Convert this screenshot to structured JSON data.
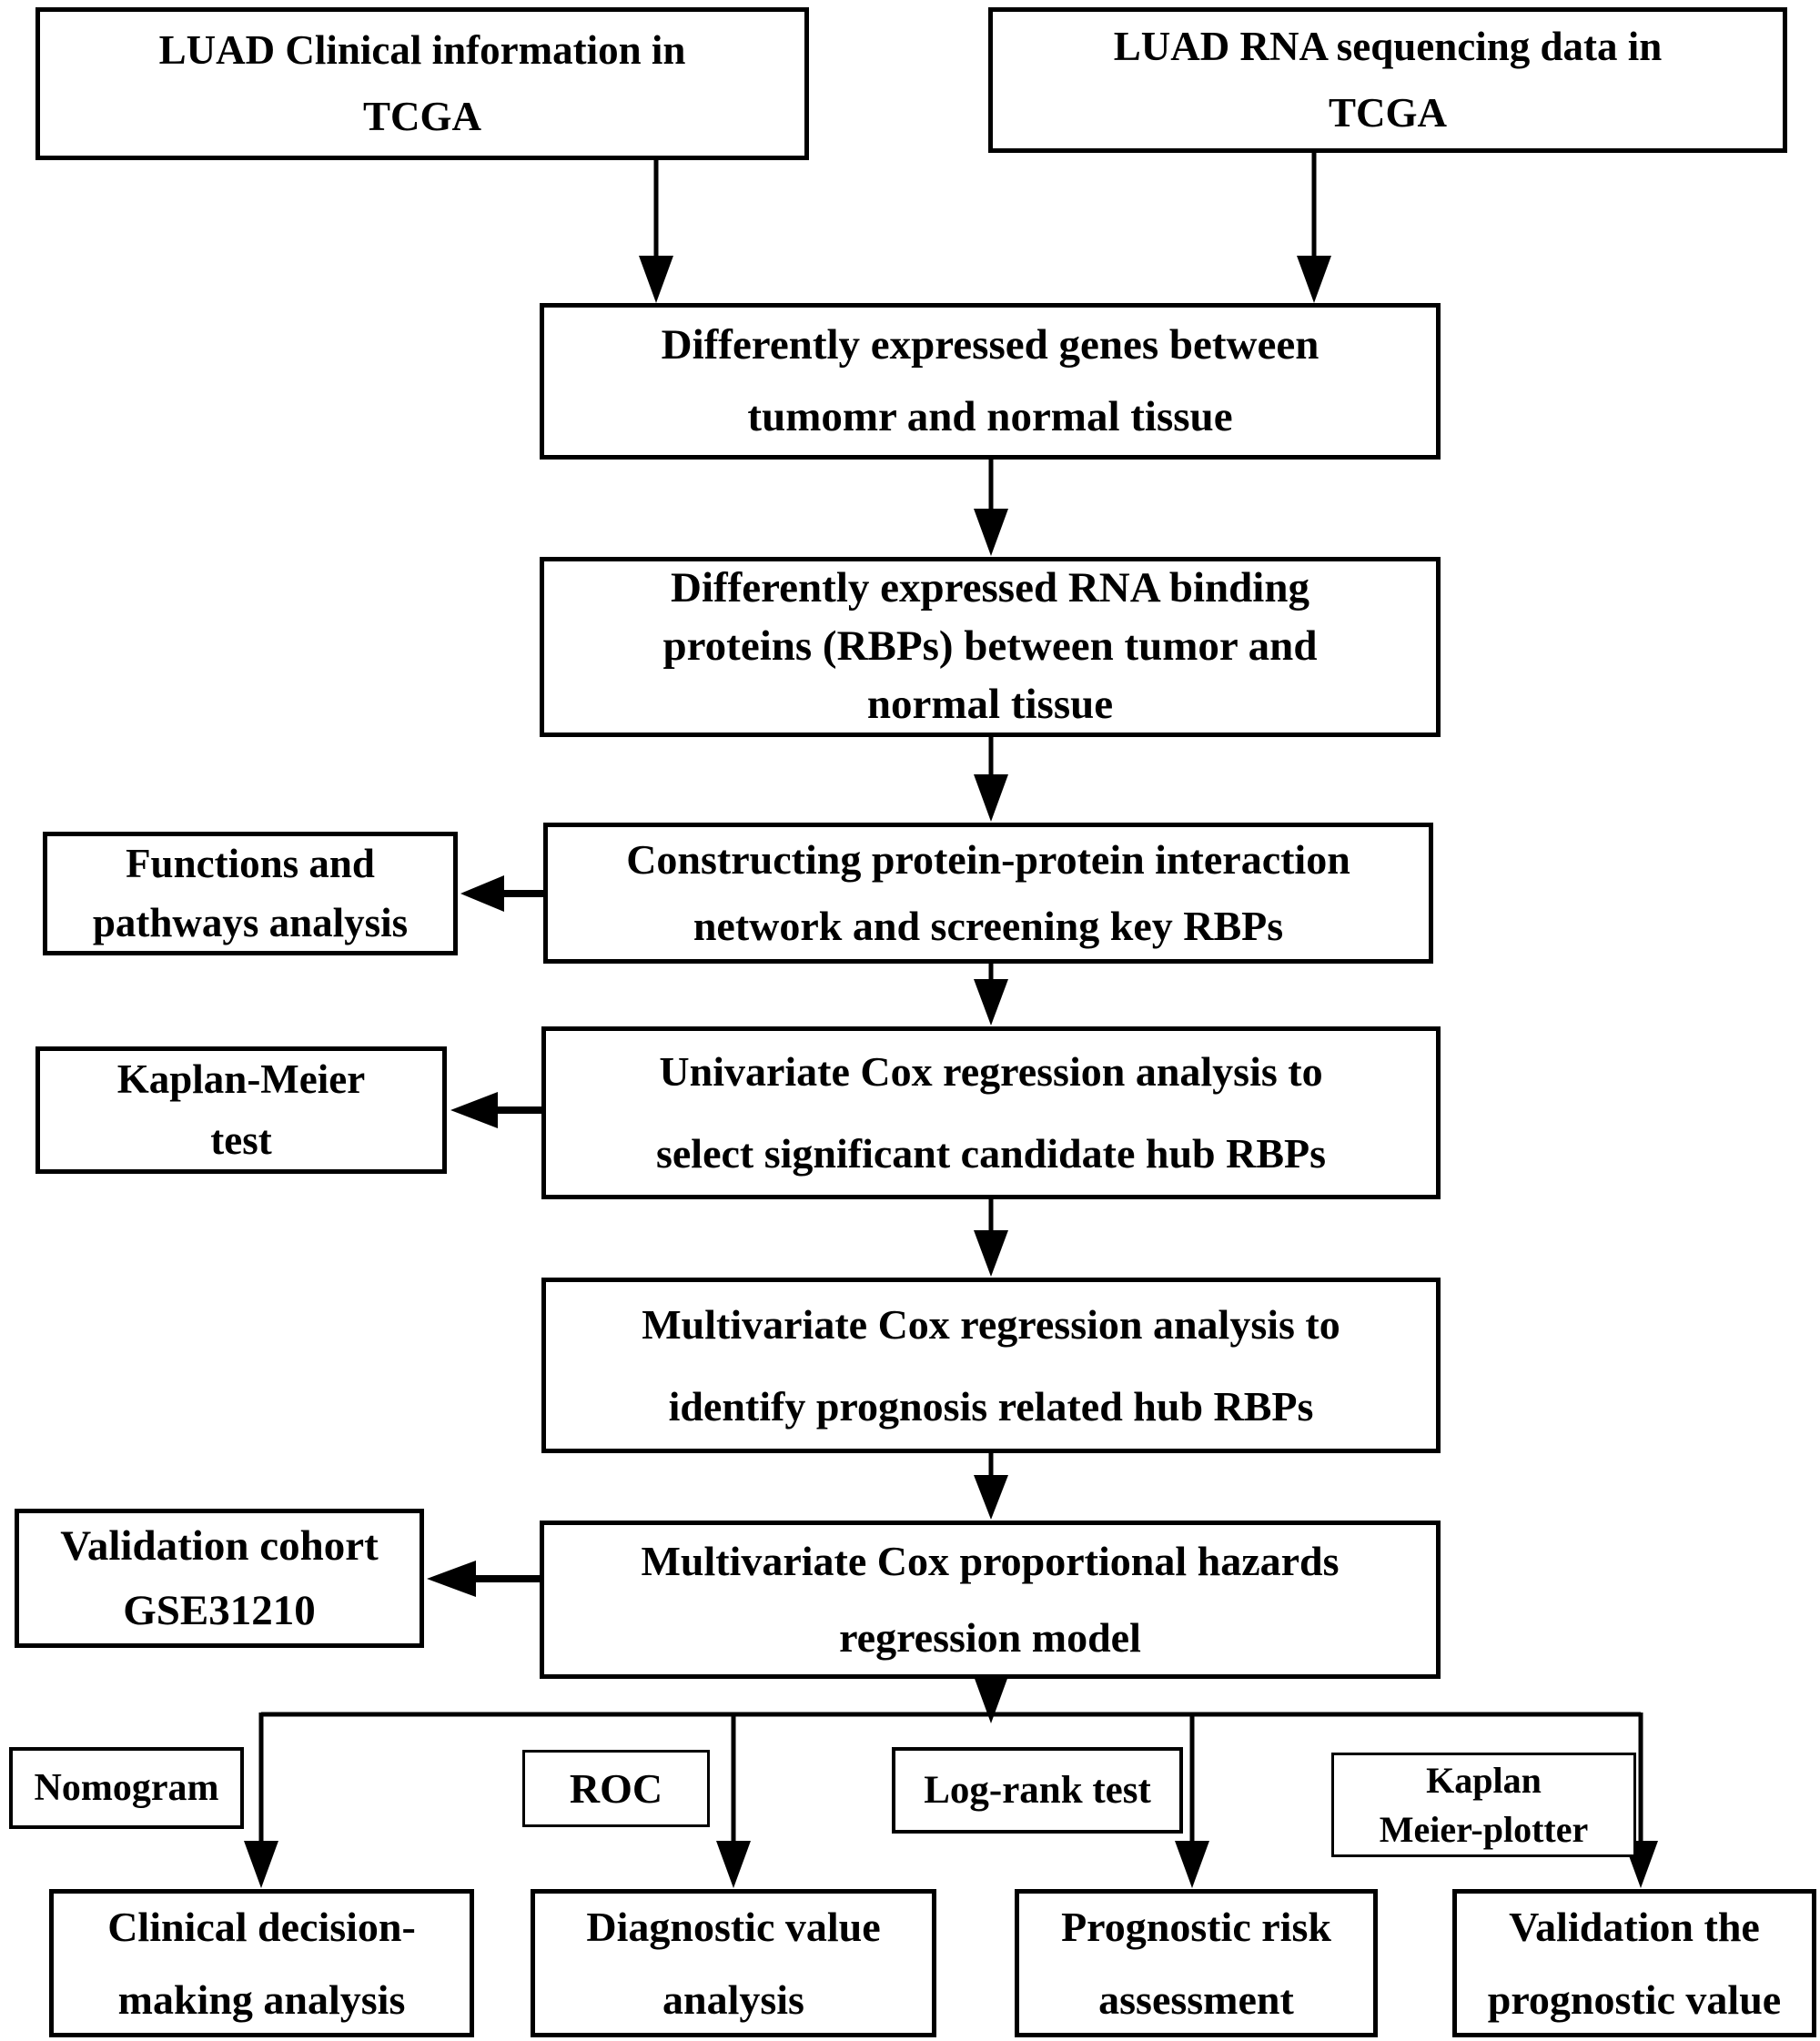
{
  "nodes": {
    "luad_clinical": "LUAD Clinical information in\nTCGA",
    "luad_rna": "LUAD RNA sequencing data in\nTCGA",
    "deg": "Differently expressed genes between\ntumomr and normal tissue",
    "de_rbp": "Differently expressed RNA binding\nproteins (RBPs) between tumor and\nnormal tissue",
    "functions": "Functions and\npathways analysis",
    "ppi": "Constructing protein-protein interaction\nnetwork and screening key RBPs",
    "km_test": "Kaplan-Meier\ntest",
    "univariate": "Univariate Cox regression analysis to\nselect significant candidate hub RBPs",
    "multivariate": "Multivariate Cox regression analysis to\nidentify prognosis related hub RBPs",
    "validation_cohort": "Validation cohort\nGSE31210",
    "cox_model": "Multivariate Cox proportional hazards\nregression model",
    "nomogram": "Nomogram",
    "roc": "ROC",
    "log_rank": "Log-rank test",
    "km_plotter": "Kaplan\nMeier-plotter",
    "clinical_decision": "Clinical decision-\nmaking analysis",
    "diagnostic_value": "Diagnostic value\nanalysis",
    "prognostic_risk": "Prognostic risk\nassessment",
    "validation_prognostic": "Validation the\nprognostic value"
  },
  "colors": {
    "border": "#000000",
    "text": "#000000",
    "background": "#ffffff"
  }
}
